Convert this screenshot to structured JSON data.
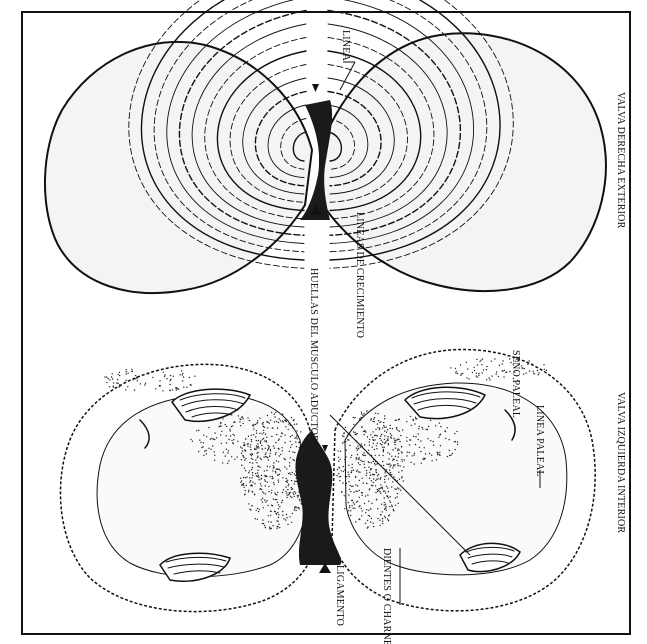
{
  "labels": {
    "linea": "LINEA",
    "valva_derecha_exterior": "VALVA DERECHA EXTERIOR",
    "lineas_de_crecimiento": "LINEAS DE CRECIMIENTO",
    "huellas_musculo_aductor": "HUELLAS DEL MUSCULO ADUCTOR",
    "valva_izquierda_interior": "VALVA IZQUIERDA INTERIOR",
    "seno_paleal": "SENO PALEAL",
    "linea_paleal": "LINEA PALEAL",
    "ligamento": "LIGAMENTO",
    "dientes_o_charnela": "DIENTES O CHARNELA"
  }
}
